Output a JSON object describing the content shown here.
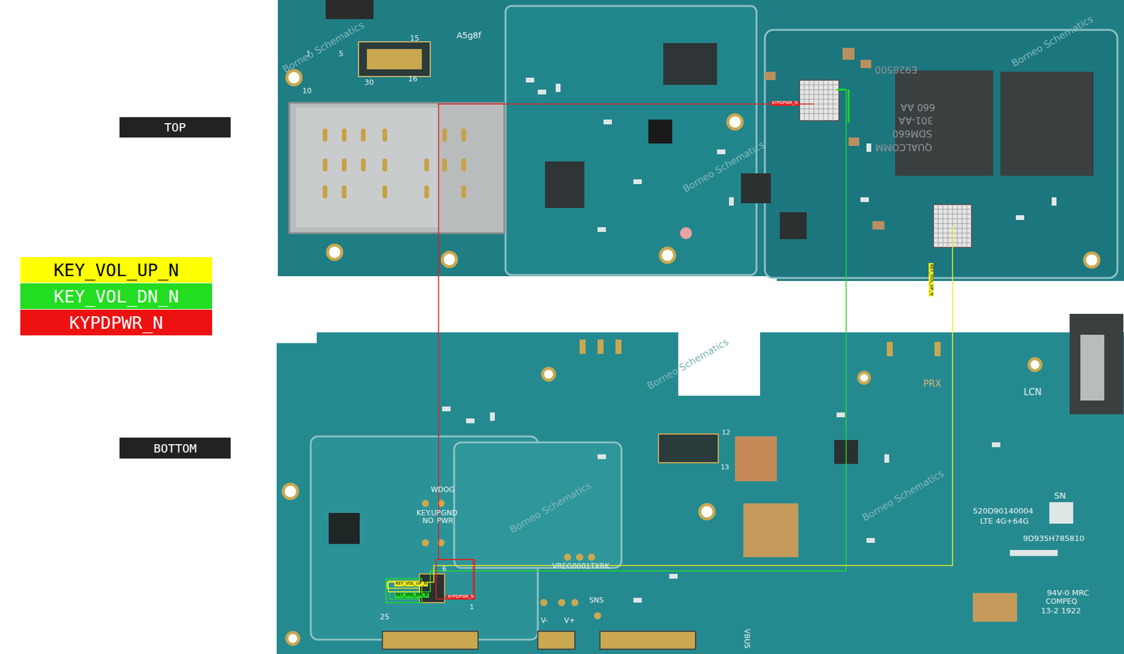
{
  "diagram": {
    "nodes": [
      {
        "text": [
          "TOP"
        ]
      },
      {
        "text": [
          "BOTTOM"
        ]
      }
    ],
    "labels": [
      "A5g8f",
      "15",
      "30",
      "16",
      "1",
      "5",
      "10",
      "PRX",
      "LCN",
      "WDOG",
      "KEY.UP",
      "GND",
      "NO",
      "PWR",
      "VREG0001TXRK",
      "SN",
      "520D90140004",
      "LTE 4G+64G",
      "9D935H785810",
      "94V-0 MRC",
      "COMPEQ",
      "13-2 1922",
      "VBUS",
      "V-",
      "V+",
      "SNS",
      "25",
      "6",
      "1",
      "12",
      "13",
      "QUALCOMM",
      "SDM660",
      "301-AA",
      "660 AA",
      "E928500",
      "KYPDPWR_N",
      "KEY_VOL_UP_N",
      "KEY_VOL_DN_N",
      "KYPDPWR_N",
      "KEY_VOL_UP_N",
      "Borneo Schematics",
      "Borneo Schematics",
      "Borneo Schematics",
      "Borneo Schematics",
      "Borneo Schematics",
      "Borneo Schematics"
    ],
    "legend": [
      {
        "text": "KEY_VOL_UP_N",
        "color": "#ffff00"
      },
      {
        "text": "KEY_VOL_DN_N",
        "color": "#22dd22"
      },
      {
        "text": "KYPDPWR_N",
        "color": "#ee1111"
      }
    ]
  }
}
